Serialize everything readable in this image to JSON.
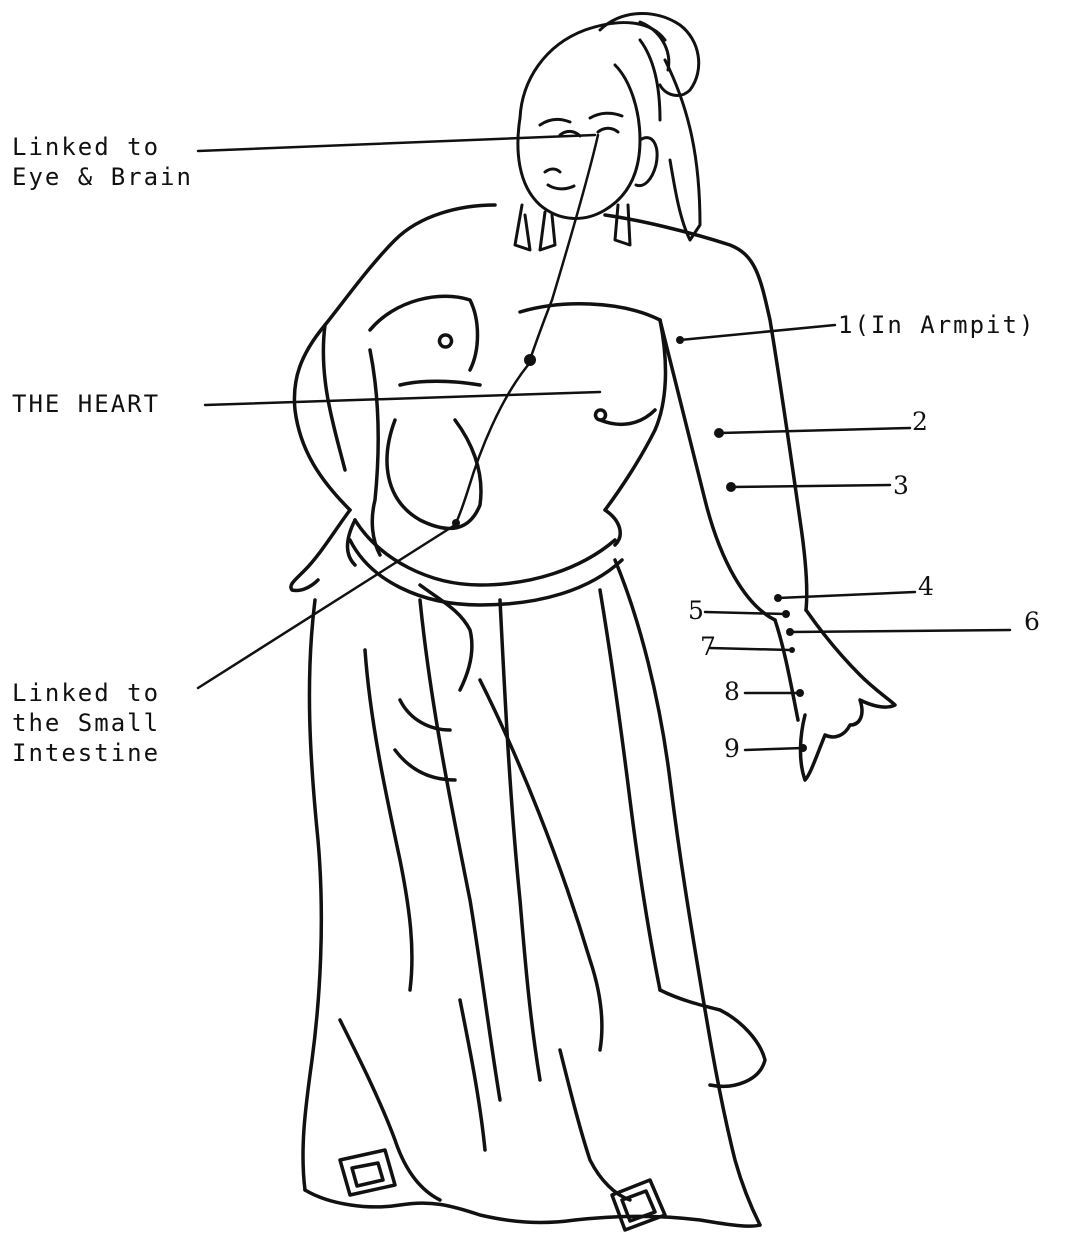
{
  "labels": {
    "eye_brain_line1": "Linked to",
    "eye_brain_line2": "Eye & Brain",
    "heart": "THE HEART",
    "small_intestine_line1": "Linked to",
    "small_intestine_line2": "the Small",
    "small_intestine_line3": "Intestine"
  },
  "points": [
    {
      "number": "1",
      "note": "(In Armpit)"
    },
    {
      "number": "2"
    },
    {
      "number": "3"
    },
    {
      "number": "4"
    },
    {
      "number": "5"
    },
    {
      "number": "6"
    },
    {
      "number": "7"
    },
    {
      "number": "8"
    },
    {
      "number": "9"
    }
  ],
  "colors": {
    "ink": "#111111",
    "paper": "#ffffff"
  }
}
